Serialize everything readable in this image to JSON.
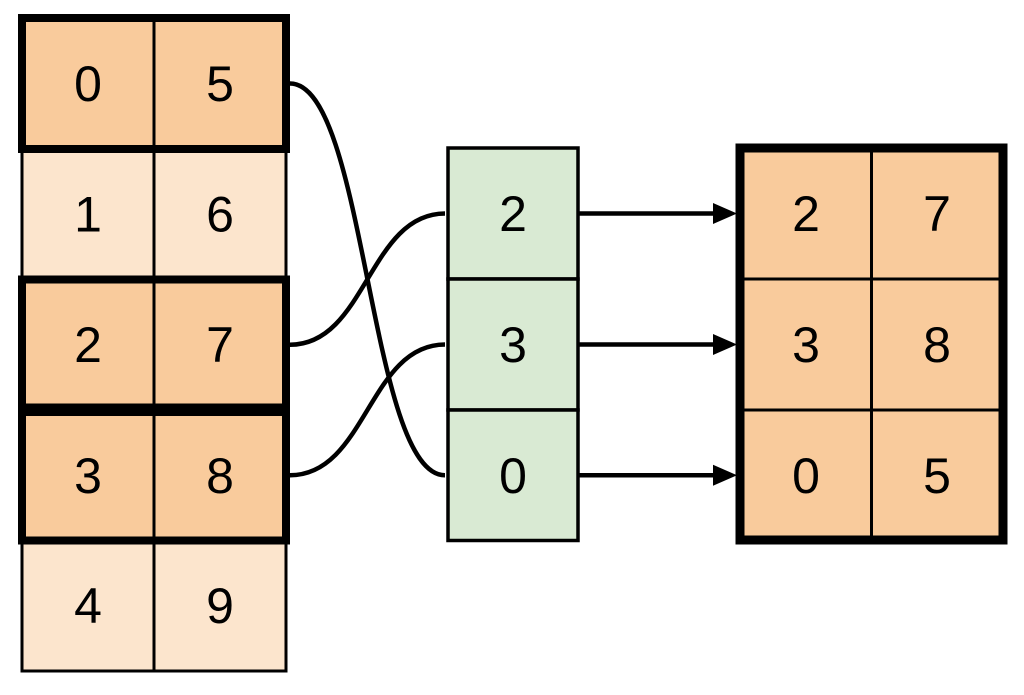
{
  "colors": {
    "selected_fill": "#F9CB9C",
    "unselected_fill": "#FCE5CD",
    "index_fill": "#D9EAD3",
    "stroke": "#000000",
    "background": "#ffffff"
  },
  "source_table": {
    "rows": [
      {
        "cells": [
          "0",
          "5"
        ],
        "selected": true
      },
      {
        "cells": [
          "1",
          "6"
        ],
        "selected": false
      },
      {
        "cells": [
          "2",
          "7"
        ],
        "selected": true
      },
      {
        "cells": [
          "3",
          "8"
        ],
        "selected": true
      },
      {
        "cells": [
          "4",
          "9"
        ],
        "selected": false
      }
    ]
  },
  "index_column": {
    "cells": [
      "2",
      "3",
      "0"
    ]
  },
  "result_table": {
    "rows": [
      {
        "cells": [
          "2",
          "7"
        ]
      },
      {
        "cells": [
          "3",
          "8"
        ]
      },
      {
        "cells": [
          "0",
          "5"
        ]
      }
    ]
  },
  "connections": {
    "selection_curves": [
      {
        "source_row": 0,
        "source_row_values": [
          "0",
          "5"
        ],
        "index_value": "0"
      },
      {
        "source_row": 2,
        "source_row_values": [
          "2",
          "7"
        ],
        "index_value": "2"
      },
      {
        "source_row": 3,
        "source_row_values": [
          "3",
          "8"
        ],
        "index_value": "3"
      }
    ],
    "result_arrows": [
      {
        "index_value": "2",
        "result_row_values": [
          "2",
          "7"
        ]
      },
      {
        "index_value": "3",
        "result_row_values": [
          "3",
          "8"
        ]
      },
      {
        "index_value": "0",
        "result_row_values": [
          "0",
          "5"
        ]
      }
    ]
  }
}
